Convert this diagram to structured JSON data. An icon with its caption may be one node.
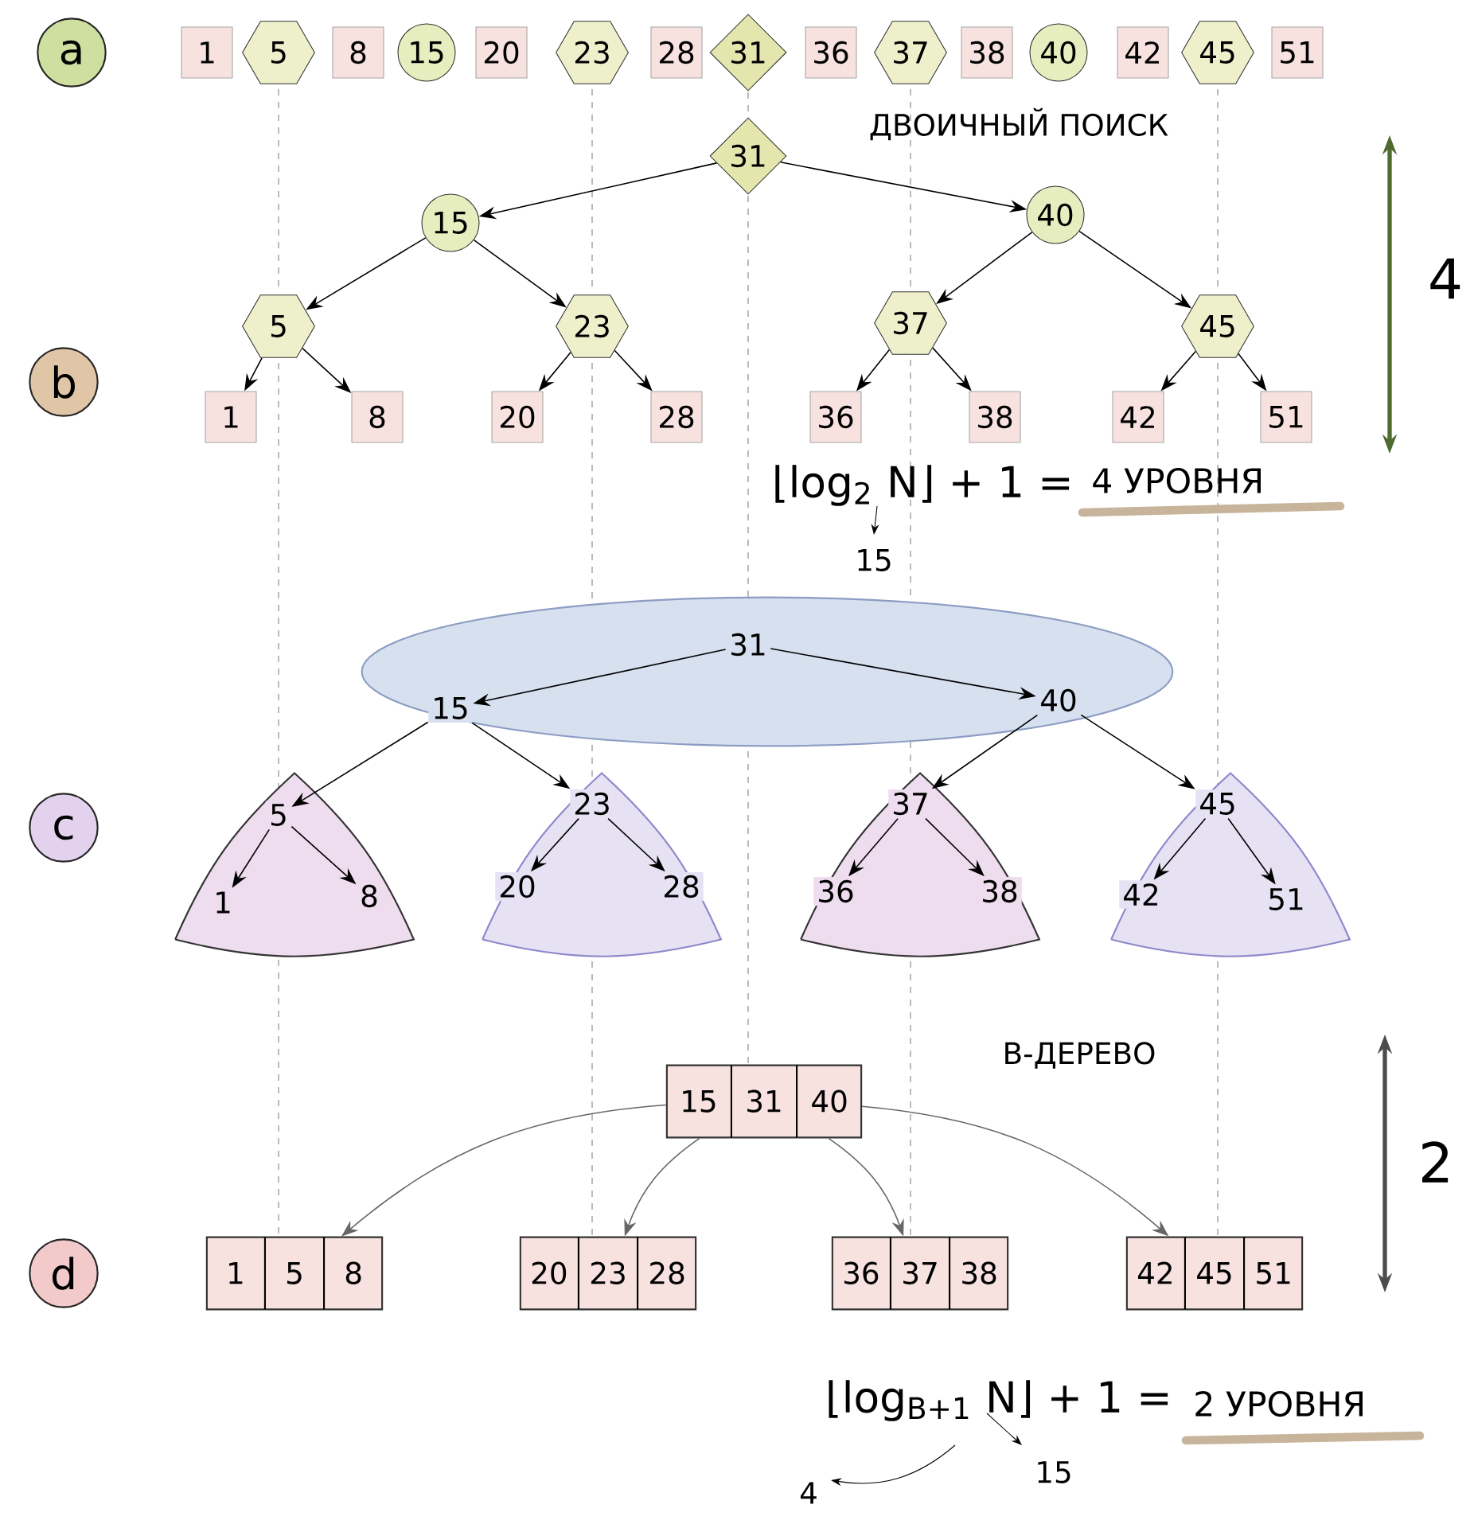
{
  "diagram": {
    "nodes": [
      {
        "text": [
          "a"
        ]
      },
      {
        "text": [
          "1"
        ]
      },
      {
        "text": [
          "5"
        ]
      },
      {
        "text": [
          "8"
        ]
      },
      {
        "text": [
          "15"
        ]
      },
      {
        "text": [
          "20"
        ]
      },
      {
        "text": [
          "23"
        ]
      },
      {
        "text": [
          "28"
        ]
      },
      {
        "text": [
          "31"
        ]
      },
      {
        "text": [
          "36"
        ]
      },
      {
        "text": [
          "37"
        ]
      },
      {
        "text": [
          "38"
        ]
      },
      {
        "text": [
          "40"
        ]
      },
      {
        "text": [
          "42"
        ]
      },
      {
        "text": [
          "45"
        ]
      },
      {
        "text": [
          "51"
        ]
      },
      {
        "text": [
          "b"
        ]
      },
      {
        "text": [
          "31"
        ]
      },
      {
        "text": [
          "15"
        ]
      },
      {
        "text": [
          "40"
        ]
      },
      {
        "text": [
          "5"
        ]
      },
      {
        "text": [
          "23"
        ]
      },
      {
        "text": [
          "37"
        ]
      },
      {
        "text": [
          "45"
        ]
      },
      {
        "text": [
          "1"
        ]
      },
      {
        "text": [
          "8"
        ]
      },
      {
        "text": [
          "20"
        ]
      },
      {
        "text": [
          "28"
        ]
      },
      {
        "text": [
          "36"
        ]
      },
      {
        "text": [
          "38"
        ]
      },
      {
        "text": [
          "42"
        ]
      },
      {
        "text": [
          "51"
        ]
      },
      {
        "text": [
          "c"
        ]
      },
      {
        "text": [],
        "shape": "ellipse"
      },
      {
        "text": [
          "31"
        ],
        "in": 33
      },
      {
        "text": [
          "15"
        ],
        "in": 33
      },
      {
        "text": [
          "40"
        ],
        "in": 33
      },
      {
        "text": [],
        "shape": "triangle"
      },
      {
        "text": [
          "5"
        ],
        "in": 37
      },
      {
        "text": [
          "1"
        ],
        "in": 37
      },
      {
        "text": [
          "8"
        ],
        "in": 37
      },
      {
        "text": [],
        "shape": "triangle"
      },
      {
        "text": [
          "23"
        ],
        "in": 41
      },
      {
        "text": [
          "20"
        ],
        "in": 41
      },
      {
        "text": [
          "28"
        ],
        "in": 41
      },
      {
        "text": [],
        "shape": "triangle"
      },
      {
        "text": [
          "37"
        ],
        "in": 45
      },
      {
        "text": [
          "36"
        ],
        "in": 45
      },
      {
        "text": [
          "38"
        ],
        "in": 45
      },
      {
        "text": [],
        "shape": "triangle"
      },
      {
        "text": [
          "45"
        ],
        "in": 49
      },
      {
        "text": [
          "42"
        ],
        "in": 49
      },
      {
        "text": [
          "51"
        ],
        "in": 49
      },
      {
        "text": [
          "d"
        ]
      },
      {
        "text": [
          "15",
          "31",
          "40"
        ]
      },
      {
        "text": [
          "1",
          "5",
          "8"
        ]
      },
      {
        "text": [
          "20",
          "23",
          "28"
        ]
      },
      {
        "text": [
          "36",
          "37",
          "38"
        ]
      },
      {
        "text": [
          "42",
          "45",
          "51"
        ]
      }
    ],
    "edges": [
      {
        "from": 17,
        "to": 18,
        "arrow": "to"
      },
      {
        "from": 17,
        "to": 19,
        "arrow": "to"
      },
      {
        "from": 18,
        "to": 20,
        "arrow": "to"
      },
      {
        "from": 18,
        "to": 21,
        "arrow": "to"
      },
      {
        "from": 19,
        "to": 22,
        "arrow": "to"
      },
      {
        "from": 19,
        "to": 23,
        "arrow": "to"
      },
      {
        "from": 20,
        "to": 24,
        "arrow": "to"
      },
      {
        "from": 20,
        "to": 25,
        "arrow": "to"
      },
      {
        "from": 21,
        "to": 26,
        "arrow": "to"
      },
      {
        "from": 21,
        "to": 27,
        "arrow": "to"
      },
      {
        "from": 22,
        "to": 28,
        "arrow": "to"
      },
      {
        "from": 22,
        "to": 29,
        "arrow": "to"
      },
      {
        "from": 23,
        "to": 30,
        "arrow": "to"
      },
      {
        "from": 23,
        "to": 31,
        "arrow": "to"
      },
      {
        "from": 34,
        "to": 35,
        "arrow": "to"
      },
      {
        "from": 34,
        "to": 36,
        "arrow": "to"
      },
      {
        "from": 35,
        "to": 38,
        "arrow": "to"
      },
      {
        "from": 35,
        "to": 42,
        "arrow": "to"
      },
      {
        "from": 36,
        "to": 46,
        "arrow": "to"
      },
      {
        "from": 36,
        "to": 50,
        "arrow": "to"
      },
      {
        "from": 38,
        "to": 39,
        "arrow": "to"
      },
      {
        "from": 38,
        "to": 40,
        "arrow": "to"
      },
      {
        "from": 42,
        "to": 43,
        "arrow": "to"
      },
      {
        "from": 42,
        "to": 44,
        "arrow": "to"
      },
      {
        "from": 46,
        "to": 47,
        "arrow": "to"
      },
      {
        "from": 46,
        "to": 48,
        "arrow": "to"
      },
      {
        "from": 50,
        "to": 51,
        "arrow": "to"
      },
      {
        "from": 50,
        "to": 52,
        "arrow": "to"
      },
      {
        "from": 54,
        "to": 55,
        "arrow": "to",
        "color": "#666666"
      },
      {
        "from": 54,
        "to": 56,
        "arrow": "to",
        "color": "#666666"
      },
      {
        "from": 54,
        "to": 57,
        "arrow": "to",
        "color": "#666666"
      },
      {
        "from": 54,
        "to": 58,
        "arrow": "to",
        "color": "#666666"
      },
      {
        "from": 2,
        "to": 20,
        "arrow": "none",
        "style": "dashed",
        "color": "#aaaaaa"
      },
      {
        "from": 20,
        "to": 38,
        "arrow": "none",
        "style": "dashed",
        "color": "#aaaaaa"
      },
      {
        "from": 38,
        "to": 55,
        "arrow": "none",
        "style": "dashed",
        "color": "#aaaaaa"
      },
      {
        "from": 6,
        "to": 21,
        "arrow": "none",
        "style": "dashed",
        "color": "#aaaaaa"
      },
      {
        "from": 21,
        "to": 42,
        "arrow": "none",
        "style": "dashed",
        "color": "#aaaaaa"
      },
      {
        "from": 42,
        "to": 56,
        "arrow": "none",
        "style": "dashed",
        "color": "#aaaaaa"
      },
      {
        "from": 8,
        "to": 17,
        "arrow": "none",
        "style": "dashed",
        "color": "#aaaaaa"
      },
      {
        "from": 17,
        "to": 34,
        "arrow": "none",
        "style": "dashed",
        "color": "#aaaaaa"
      },
      {
        "from": 34,
        "to": 54,
        "arrow": "none",
        "style": "dashed",
        "color": "#aaaaaa"
      },
      {
        "from": 10,
        "to": 22,
        "arrow": "none",
        "style": "dashed",
        "color": "#aaaaaa"
      },
      {
        "from": 22,
        "to": 46,
        "arrow": "none",
        "style": "dashed",
        "color": "#aaaaaa"
      },
      {
        "from": 46,
        "to": 57,
        "arrow": "none",
        "style": "dashed",
        "color": "#aaaaaa"
      },
      {
        "from": 14,
        "to": 23,
        "arrow": "none",
        "style": "dashed",
        "color": "#aaaaaa"
      },
      {
        "from": 23,
        "to": 50,
        "arrow": "none",
        "style": "dashed",
        "color": "#aaaaaa"
      },
      {
        "from": 50,
        "to": 58,
        "arrow": "none",
        "style": "dashed",
        "color": "#aaaaaa"
      }
    ],
    "labels": [
      "ДВОИЧНЫЙ ПОИСК",
      "4",
      "⌊log$_{2}$ N⌋ + 1 =",
      "4 УРОВНЯ",
      "15",
      "В-ДЕРЕВО",
      "2",
      "⌊log$_{B+1}$ N⌋ + 1 =",
      "2 УРОВНЯ",
      "4",
      "15"
    ]
  }
}
